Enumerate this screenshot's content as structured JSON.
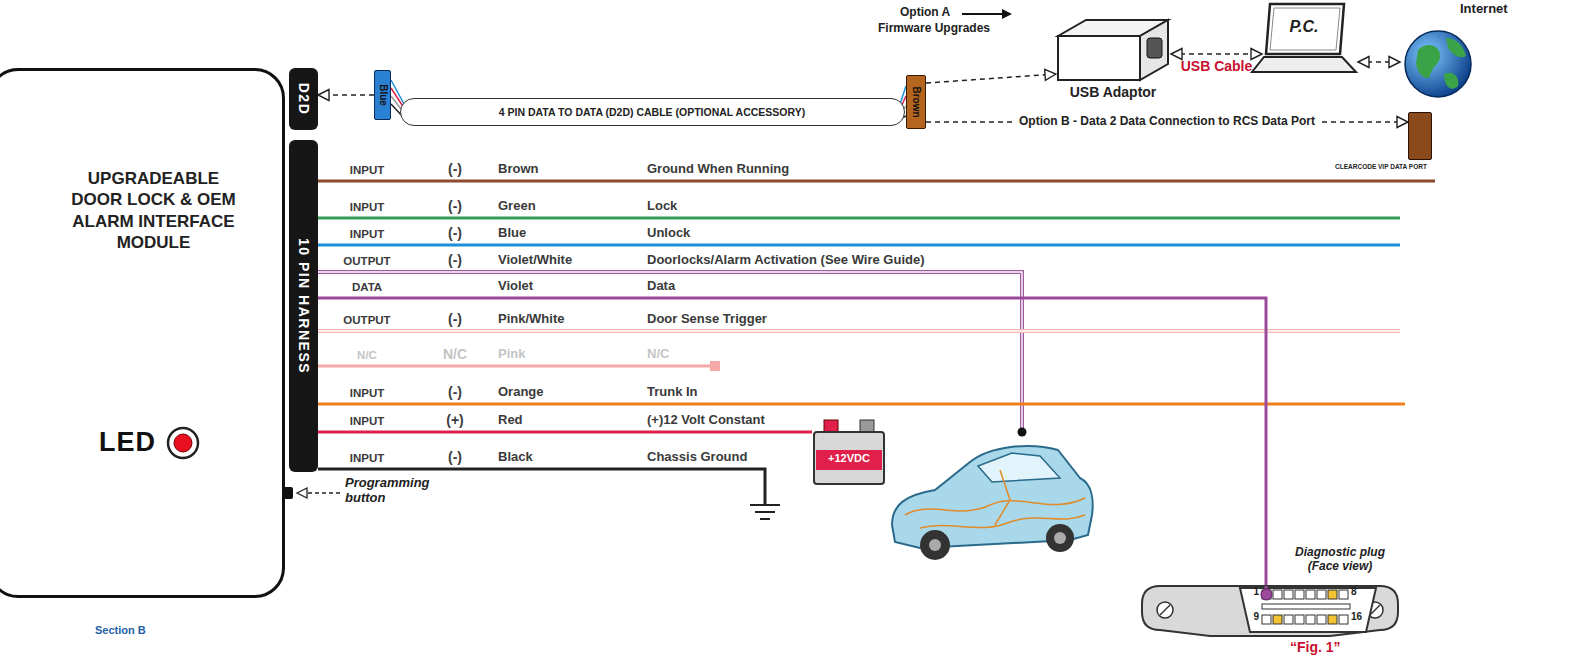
{
  "diagram": {
    "nodes": [
      {
        "text": [
          "UPGRADEABLE DOOR LOCK & OEM ALARM INTERFACE MODULE",
          "LED"
        ]
      },
      {
        "text": [
          "D2D"
        ]
      },
      {
        "text": [
          "10 PIN HARNESS"
        ]
      },
      {
        "text": [
          "Blue"
        ]
      },
      {
        "text": [
          "4 PIN DATA TO DATA (D2D) CABLE (OPTIONAL ACCESSORY)"
        ]
      },
      {
        "text": [
          "Brown"
        ]
      },
      {
        "text": [
          "USB Adaptor"
        ]
      },
      {
        "text": [
          "P.C."
        ]
      },
      {
        "text": [
          "Internet"
        ]
      },
      {
        "text": [
          "CLEARCODE VIP DATA PORT"
        ]
      },
      {
        "text": [
          "+12VDC"
        ]
      },
      {
        "text": [
          "Diagnostic plug (Face view)"
        ]
      }
    ],
    "edges": [
      {
        "from": 3,
        "to": 1,
        "arrow": "to"
      },
      {
        "from": 5,
        "to": 6,
        "arrow": "to"
      },
      {
        "from": 5,
        "to": 9,
        "label": "Option B - Data 2 Data Connection to RCS Data Port",
        "arrow": "to"
      },
      {
        "from": 6,
        "to": 7,
        "label": "USB Cable",
        "arrow": "both"
      },
      {
        "from": 7,
        "to": 8,
        "arrow": "both"
      },
      {
        "from": 2,
        "to": 10,
        "arrow": "none"
      },
      {
        "from": 2,
        "to": 11,
        "arrow": "none"
      }
    ],
    "labels": [
      "Option A",
      "Firmware Upgrades",
      "INPUT",
      "(-)",
      "Brown",
      "Ground When Running",
      "INPUT",
      "(-)",
      "Green",
      "Lock",
      "INPUT",
      "(-)",
      "Blue",
      "Unlock",
      "OUTPUT",
      "(-)",
      "Violet/White",
      "Doorlocks/Alarm Activation (See Wire Guide)",
      "DATA",
      "Violet",
      "Data",
      "OUTPUT",
      "(-)",
      "Pink/White",
      "Door Sense Trigger",
      "N/C",
      "N/C",
      "Pink",
      "N/C",
      "INPUT",
      "(-)",
      "Orange",
      "Trunk In",
      "INPUT",
      "(+)",
      "Red",
      "(+)12 Volt Constant",
      "INPUT",
      "(-)",
      "Black",
      "Chassis Ground",
      "Programming button",
      "1",
      "8",
      "9",
      "16",
      "“Fig. 1”",
      "Section B"
    ]
  }
}
